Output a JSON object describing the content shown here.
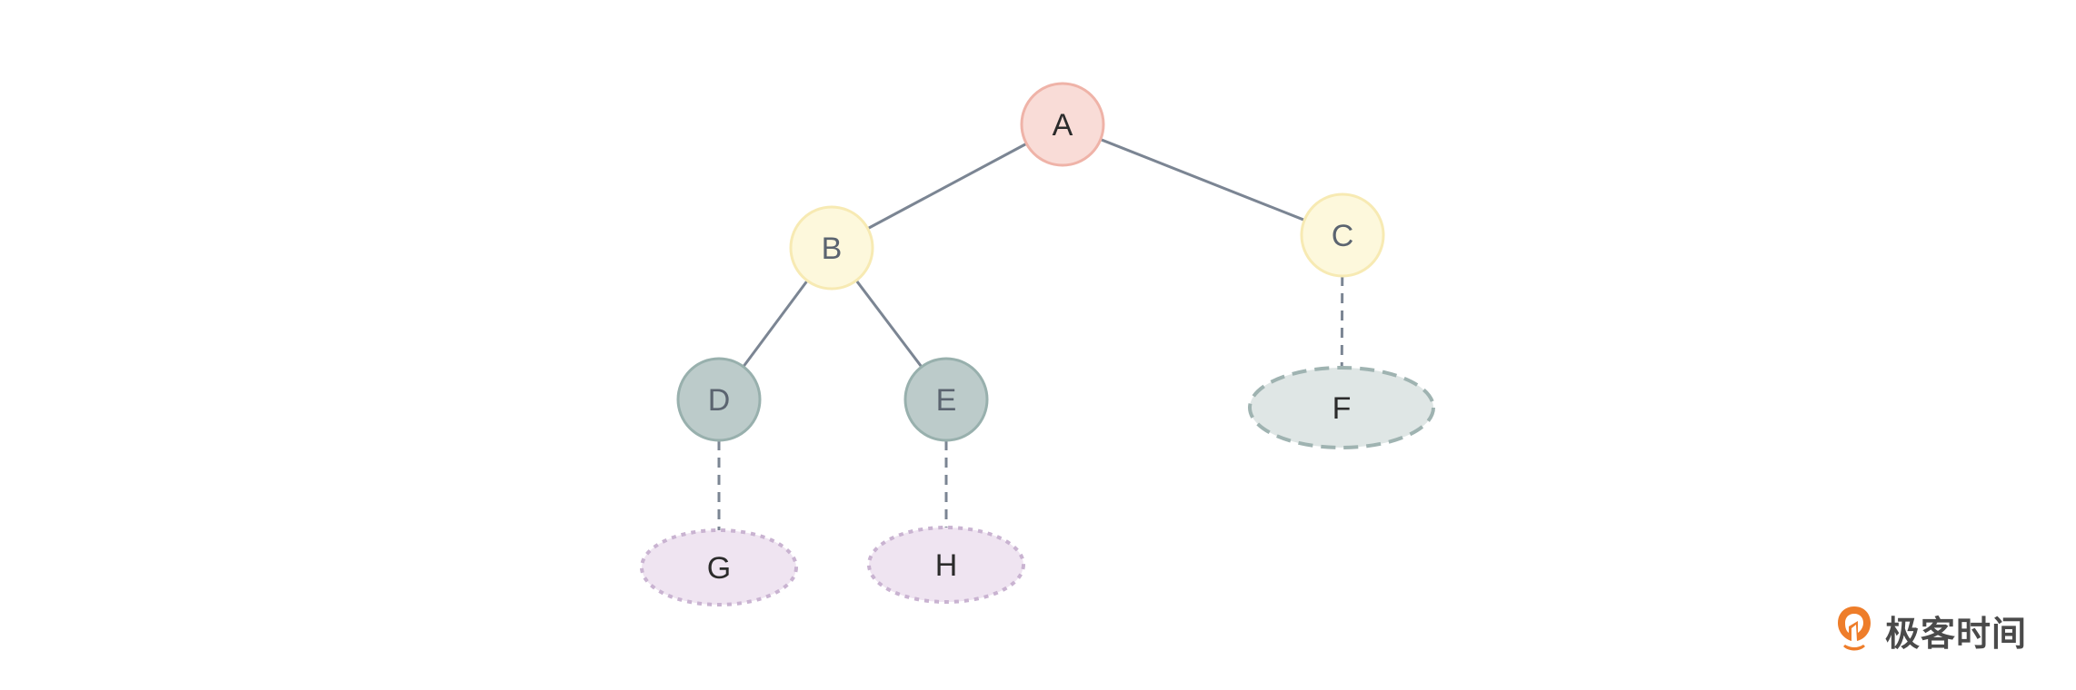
{
  "diagram": {
    "title": "",
    "nodes": [
      {
        "id": "A",
        "label": "A",
        "shape": "circle",
        "fill": "#f9dcd7",
        "stroke": "#efb3a8",
        "stroke_style": "solid",
        "text_color": "#2b2b2b"
      },
      {
        "id": "B",
        "label": "B",
        "shape": "circle",
        "fill": "#fdf8dc",
        "stroke": "#f7eab3",
        "stroke_style": "solid",
        "text_color": "#5b6470"
      },
      {
        "id": "C",
        "label": "C",
        "shape": "circle",
        "fill": "#fdf8dc",
        "stroke": "#f7eab3",
        "stroke_style": "solid",
        "text_color": "#5b6470"
      },
      {
        "id": "D",
        "label": "D",
        "shape": "circle",
        "fill": "#bccbca",
        "stroke": "#98b0ad",
        "stroke_style": "solid",
        "text_color": "#5b6470"
      },
      {
        "id": "E",
        "label": "E",
        "shape": "circle",
        "fill": "#bccbca",
        "stroke": "#98b0ad",
        "stroke_style": "solid",
        "text_color": "#5b6470"
      },
      {
        "id": "F",
        "label": "F",
        "shape": "ellipse",
        "fill": "#dfe6e5",
        "stroke": "#9fb3b1",
        "stroke_style": "dashed",
        "text_color": "#2b2b2b"
      },
      {
        "id": "G",
        "label": "G",
        "shape": "ellipse",
        "fill": "#efe4f1",
        "stroke": "#c9b3d1",
        "stroke_style": "dotted",
        "text_color": "#2b2b2b"
      },
      {
        "id": "H",
        "label": "H",
        "shape": "ellipse",
        "fill": "#efe4f1",
        "stroke": "#c9b3d1",
        "stroke_style": "dotted",
        "text_color": "#2b2b2b"
      }
    ],
    "edges": [
      {
        "from": "A",
        "to": "B",
        "style": "solid"
      },
      {
        "from": "A",
        "to": "C",
        "style": "solid"
      },
      {
        "from": "B",
        "to": "D",
        "style": "solid"
      },
      {
        "from": "B",
        "to": "E",
        "style": "solid"
      },
      {
        "from": "C",
        "to": "F",
        "style": "dashed"
      },
      {
        "from": "D",
        "to": "G",
        "style": "dashed"
      },
      {
        "from": "E",
        "to": "H",
        "style": "dashed"
      }
    ],
    "edge_color": "#7b8593"
  },
  "branding": {
    "logo_text": "极客时间",
    "logo_icon": "geektime-logo-icon",
    "logo_color": "#ee7d2a"
  }
}
